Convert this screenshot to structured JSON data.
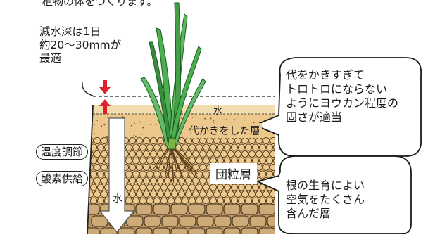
{
  "top_text": "植物の体をつくります。",
  "notes": {
    "drainage_line1": "減水深は1日",
    "drainage_line2": "約20〜30mmが",
    "drainage_line3": "最適"
  },
  "labels": {
    "water_top": "水",
    "puddled_layer": "代かきをした層",
    "aggregate_layer": "団粒層",
    "water_flow": "水",
    "temperature": "温度調節",
    "oxygen": "酸素供給"
  },
  "callouts": {
    "puddling_line1": "代をかきすぎて",
    "puddling_line2": "トロトロにならない",
    "puddling_line3": "ようにヨウカン程度の",
    "puddling_line4": "固さが適当",
    "roots_line1": "根の生育によい",
    "roots_line2": "空気をたくさん",
    "roots_line3": "含んだ層"
  },
  "colors": {
    "soil_top": "#f3dcae",
    "soil_mid": "#ecc88c",
    "aggregate_bg": "#e8c287",
    "stone": "#c9a877",
    "arrow_red": "#e0202a",
    "arrow_white": "#ffffff",
    "leaf": "#4caf50",
    "leaf_dark": "#2e7d32"
  }
}
